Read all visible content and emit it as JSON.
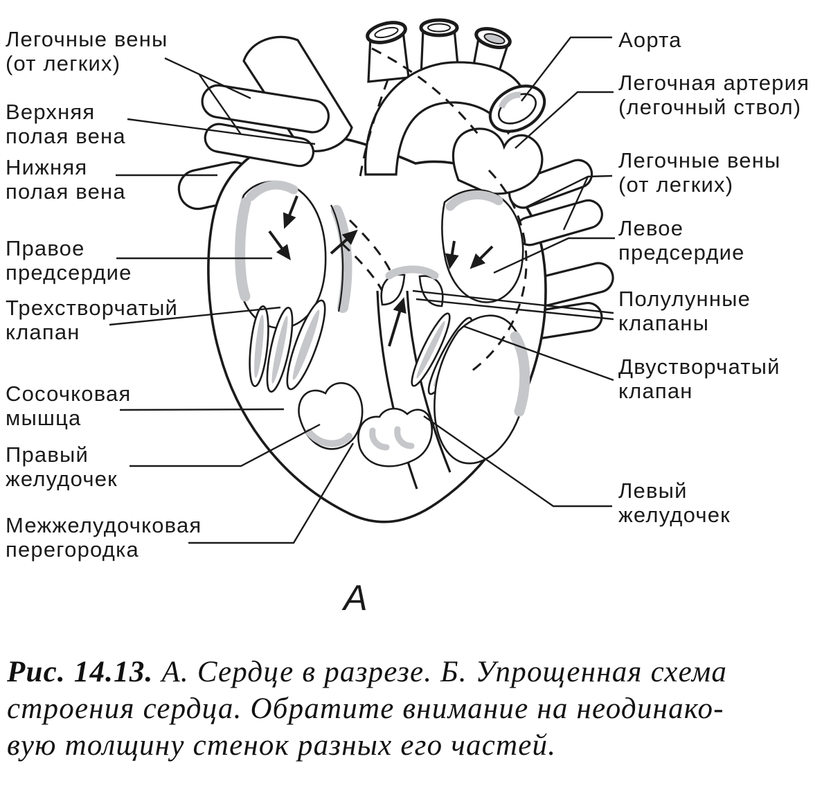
{
  "diagram": {
    "panel_label": "А",
    "labels_left": [
      {
        "id": "pulmonary-veins-left",
        "line1": "Легочные вены",
        "line2": "(от легких)"
      },
      {
        "id": "superior-vena-cava",
        "line1": "Верхняя",
        "line2": "полая вена"
      },
      {
        "id": "inferior-vena-cava",
        "line1": "Нижняя",
        "line2": "полая вена"
      },
      {
        "id": "right-atrium",
        "line1": "Правое",
        "line2": "предсердие"
      },
      {
        "id": "tricuspid-valve",
        "line1": "Трехстворчатый",
        "line2": "клапан"
      },
      {
        "id": "papillary-muscle",
        "line1": "Сосочковая",
        "line2": "мышца"
      },
      {
        "id": "right-ventricle",
        "line1": "Правый",
        "line2": "желудочек"
      },
      {
        "id": "interventricular-septum",
        "line1": "Межжелудочковая",
        "line2": "перегородка"
      }
    ],
    "labels_right": [
      {
        "id": "aorta",
        "line1": "Аорта",
        "line2": ""
      },
      {
        "id": "pulmonary-artery",
        "line1": "Легочная артерия",
        "line2": "(легочный ствол)"
      },
      {
        "id": "pulmonary-veins-right",
        "line1": "Легочные вены",
        "line2": "(от легких)"
      },
      {
        "id": "left-atrium",
        "line1": "Левое",
        "line2": "предсердие"
      },
      {
        "id": "semilunar-valves",
        "line1": "Полулунные",
        "line2": "клапаны"
      },
      {
        "id": "bicuspid-valve",
        "line1": "Двустворчатый",
        "line2": "клапан"
      },
      {
        "id": "left-ventricle",
        "line1": "Левый",
        "line2": "желудочек"
      }
    ]
  },
  "caption": {
    "figure_ref": "Рис. 14.13.",
    "line1": "А. Сердце в разрезе. Б. Упрощенная схема",
    "line2": "строения сердца. Обратите внимание на неодинако-",
    "line3": "вую толщину стенок разных его частей."
  },
  "colors": {
    "ink": "#1b1b1b",
    "shading": "#c6c7ca",
    "background": "#ffffff"
  }
}
